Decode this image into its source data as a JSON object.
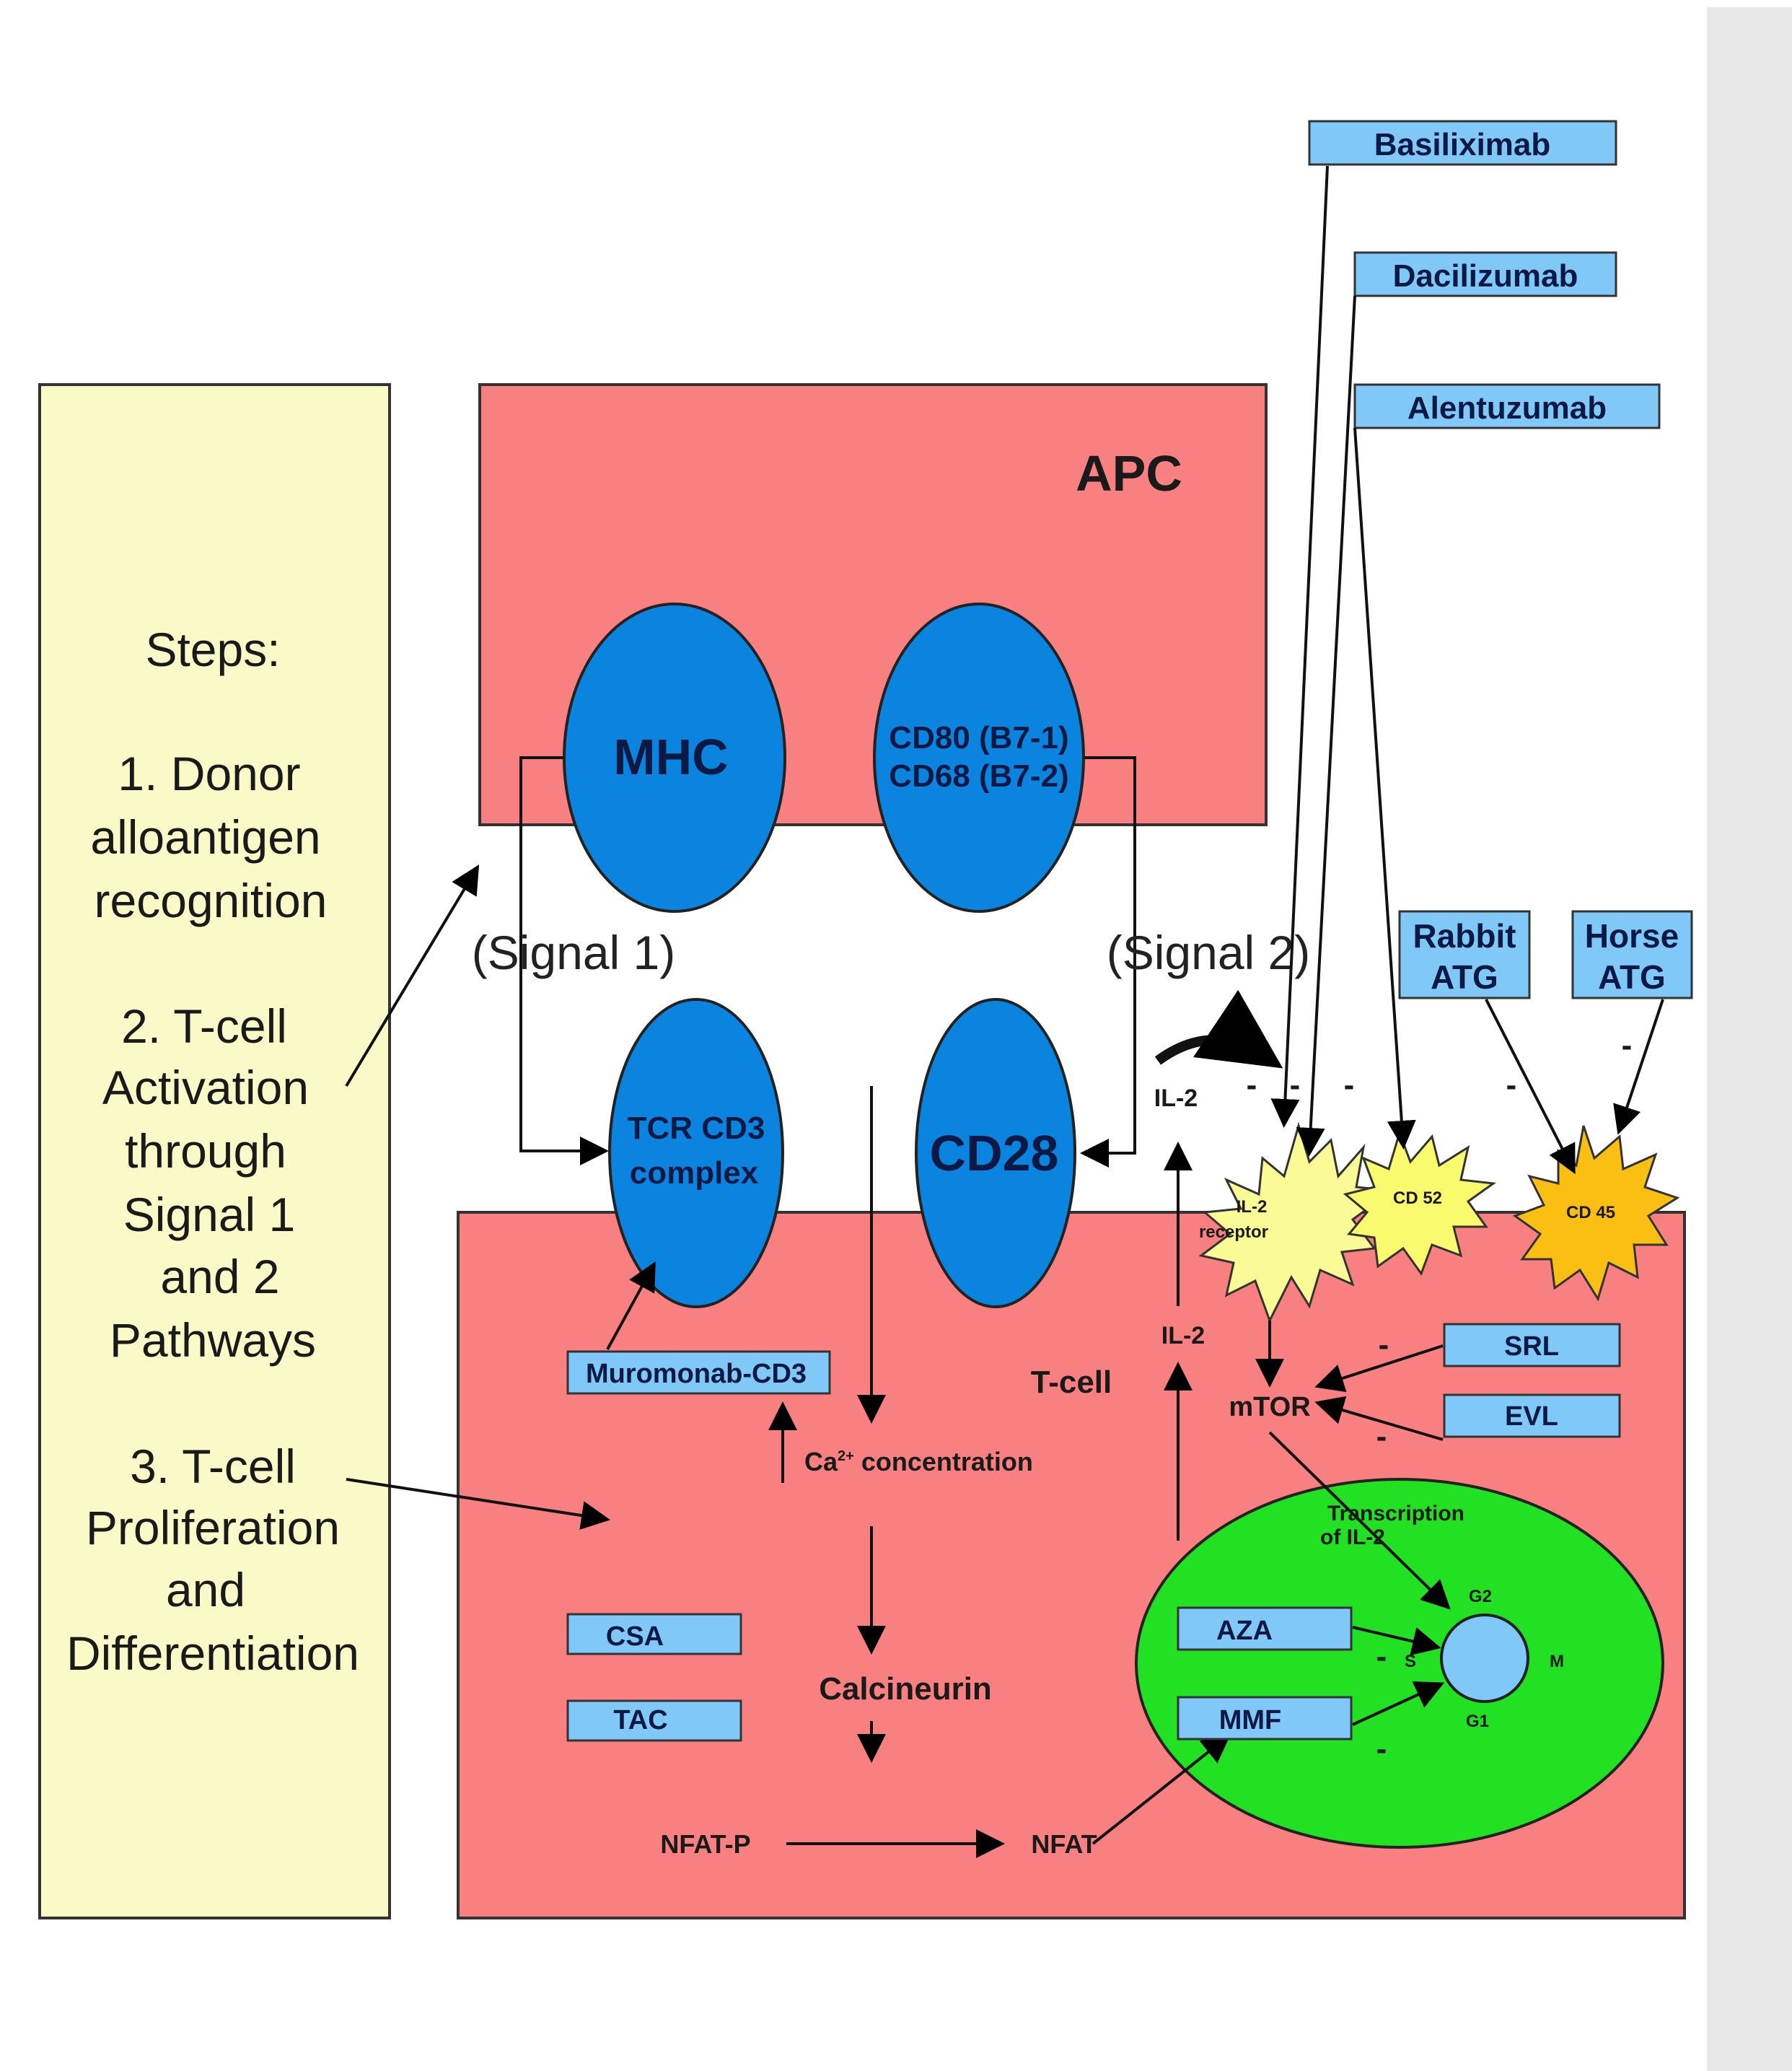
{
  "diagram": {
    "steps": {
      "heading": "Steps:",
      "step1": [
        "1. Donor",
        "alloantigen",
        "recognition"
      ],
      "step2": [
        "2. T-cell",
        "Activation",
        "through",
        "Signal 1",
        "and 2",
        "Pathways"
      ],
      "step3": [
        "3. T-cell",
        "Proliferation",
        "and",
        "Differentiation"
      ]
    },
    "apc": {
      "label": "APC",
      "mhc": "MHC",
      "cd80_line1": "CD80 (B7-1)",
      "cd80_line2": "CD68 (B7-2)"
    },
    "signals": {
      "signal1": "(Signal 1)",
      "signal2": "(Signal 2)"
    },
    "tcell": {
      "label": "T-cell",
      "tcr_line1": "TCR CD3",
      "tcr_line2": "complex",
      "cd28": "CD28",
      "ca": "Ca",
      "ca_sup": "2+",
      "ca_rest": " concentration",
      "calcineurin": "Calcineurin",
      "nfat_p": "NFAT-P",
      "nfat": "NFAT",
      "mtor": "mTOR",
      "il2_upper": "IL-2",
      "il2_lower": "IL-2"
    },
    "receptors": {
      "il2_line1": "IL-2",
      "il2_line2": "receptor",
      "cd52": "CD 52",
      "cd45": "CD 45"
    },
    "nucleus": {
      "transcription_line1": "Transcription",
      "transcription_line2": "of IL-2",
      "g2": "G2",
      "s": "S",
      "m": "M",
      "g1": "G1"
    },
    "drugs": {
      "basiliximab": "Basiliximab",
      "dacilizumab": "Dacilizumab",
      "alentuzumab": "Alentuzumab",
      "rabbit_atg": [
        "Rabbit",
        "ATG"
      ],
      "horse_atg": [
        "Horse",
        "ATG"
      ],
      "muromonab": "Muromonab-CD3",
      "srl": "SRL",
      "evl": "EVL",
      "csa": "CSA",
      "tac": "TAC",
      "aza": "AZA",
      "mmf": "MMF"
    },
    "inhibit_symbol": "-",
    "colors": {
      "steps_fill": "#fafac8",
      "cell_fill": "#f88080",
      "ellipse_fill": "#0b84e0",
      "drug_fill": "#80c8f8",
      "nucleus_fill": "#22e022",
      "il2_star": "#fafa96",
      "cd52_star": "#fafa6e",
      "cd45_star": "#fbbf14"
    }
  }
}
